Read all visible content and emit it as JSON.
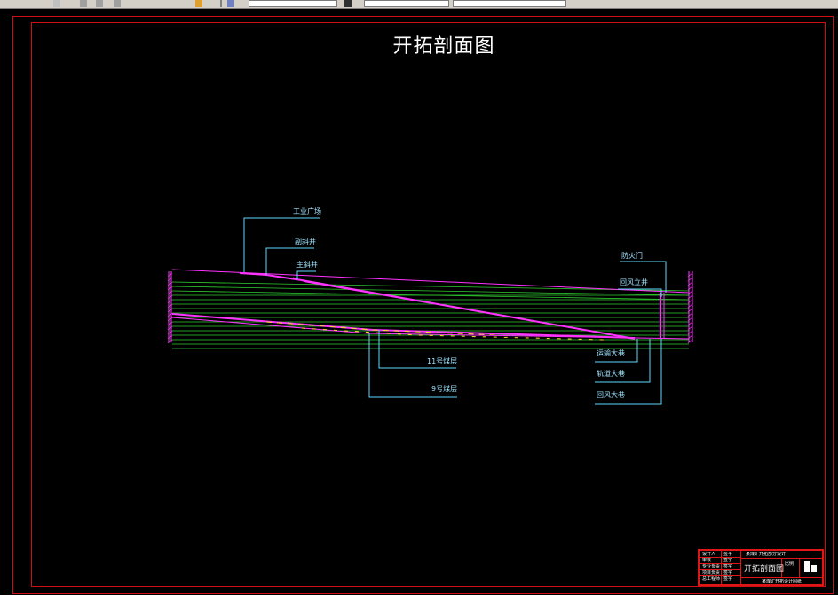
{
  "drawing": {
    "title": "开拓剖面图",
    "labels": {
      "industrial_square": "工业广场",
      "aux_shaft": "副斜井",
      "main_shaft": "主斜井",
      "fire_door": "防火门",
      "return_shaft": "回风立井",
      "seam_11": "11号煤层",
      "seam_9": "9号煤层",
      "haulage": "运输大巷",
      "track": "轨道大巷",
      "return_roadway": "回风大巷"
    }
  },
  "title_block": {
    "rows_left": [
      "设计人",
      "审核",
      "专业负责",
      "项目负责",
      "总工程师"
    ],
    "rows_mid": [
      "签字",
      "签字",
      "签字",
      "签字",
      "签字"
    ],
    "header": "某煤矿开拓部分设计",
    "drawing_name": "开拓剖面图",
    "scale_label": "比例",
    "footer": "某煤矿开拓设计图纸"
  },
  "colors": {
    "frame": "#d01010",
    "strata": "#2fd12f",
    "roadway": "#ff33ff",
    "leader": "#5fd9ff",
    "coal": "#ffdd33"
  }
}
